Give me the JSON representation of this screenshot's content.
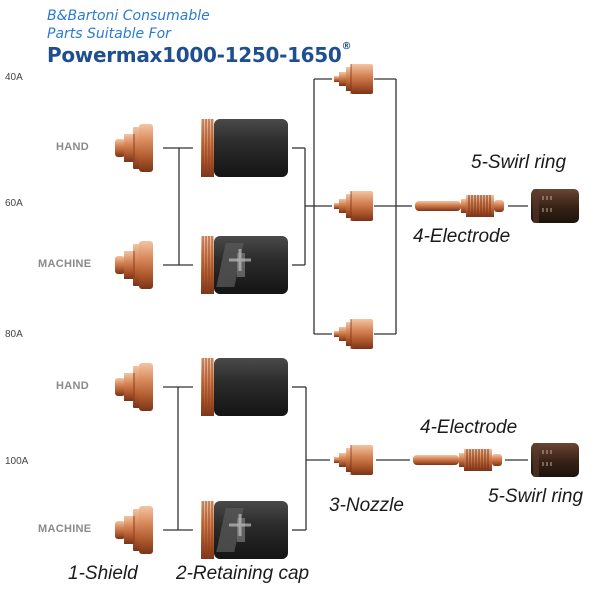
{
  "header": {
    "line1": "B&Bartoni Consumable",
    "line2": "Parts Suitable For",
    "product": "Powermax1000-1250-1650",
    "trademark": "®"
  },
  "amperages": [
    "40A",
    "60A",
    "80A",
    "100A"
  ],
  "sides": {
    "top_hand": "HAND",
    "top_machine": "MACHINE",
    "bottom_hand": "HAND",
    "bottom_machine": "MACHINE"
  },
  "parts": {
    "shield": "1-Shield",
    "retaining_cap": "2-Retaining cap",
    "nozzle": "3-Nozzle",
    "electrode_top": "4-Electrode",
    "swirl_ring_top": "5-Swirl ring",
    "electrode_bottom": "4-Electrode",
    "swirl_ring_bottom": "5-Swirl ring"
  },
  "colors": {
    "header_blue": "#2a7bd4",
    "product_blue": "#1f4f8f",
    "copper": "#c9744a",
    "dark_cap": "#2b2b2b",
    "swirl_brown": "#3a2418",
    "connector": "#333333"
  },
  "icons": [
    "shield-icon",
    "retaining-cap-icon",
    "machine-cap-icon",
    "nozzle-icon",
    "electrode-icon",
    "swirl-ring-icon"
  ]
}
